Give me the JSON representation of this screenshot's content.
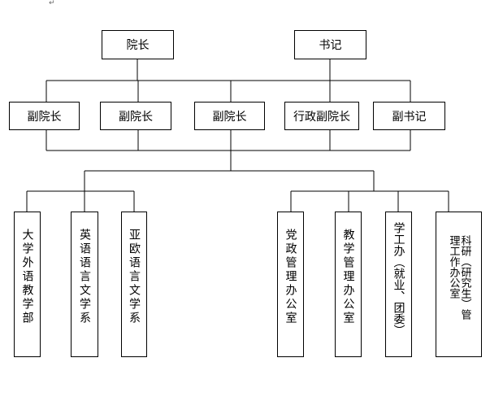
{
  "paragraph_mark": "↵",
  "top": {
    "dean": "院长",
    "secretary": "书记"
  },
  "middle": [
    "副院长",
    "副院长",
    "副院长",
    "行政副院长",
    "副书记"
  ],
  "departments": [
    "大学外语教学部",
    "英语语言文学系",
    "亚欧语言文学系"
  ],
  "offices": [
    "党政管理办公室",
    "教学管理办公室",
    "学工办（就业、团委）",
    "科研（研究生）管理工作办公室"
  ]
}
